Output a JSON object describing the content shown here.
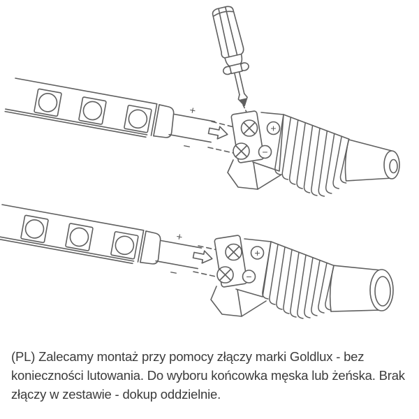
{
  "polarity": {
    "plus": "+",
    "minus": "−"
  },
  "caption": {
    "lines": [
      "(PL) Zalecamy montaż przy pomocy złączy marki Goldlux - bez",
      "konieczności lutowania. Do wyboru końcowka męska lub żeńska. Brak",
      "złączy w zestawie - dokup oddzielnie."
    ]
  },
  "colors": {
    "background": "#ffffff",
    "line_art": "#5f5f5f",
    "caption_text": "#3b3b3b"
  }
}
